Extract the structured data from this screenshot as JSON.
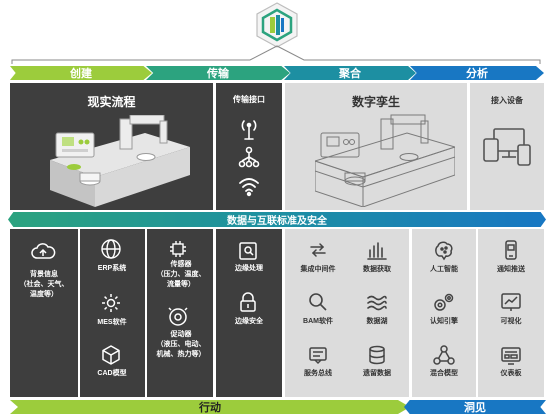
{
  "stages": [
    {
      "label": "创建",
      "color": "#9ccc3c"
    },
    {
      "label": "传输",
      "color": "#2ca37f"
    },
    {
      "label": "聚合",
      "color": "#1d8fa2"
    },
    {
      "label": "分析",
      "color": "#1877c3"
    }
  ],
  "panels": {
    "reality": {
      "title": "现实流程"
    },
    "transport": {
      "title": "传输接口"
    },
    "twin": {
      "title": "数字孪生"
    },
    "access": {
      "title": "接入设备"
    }
  },
  "band": {
    "label": "数据与互联标准及安全"
  },
  "items": {
    "background": {
      "l1": "背景信息",
      "l2": "（社会、天气、",
      "l3": "温度等）"
    },
    "erp": "ERP系统",
    "mes": "MES软件",
    "cad": "CAD模型",
    "sensor": {
      "l1": "传感器",
      "l2": "（压力、温度、",
      "l3": "流量等）"
    },
    "actuator": {
      "l1": "促动器",
      "l2": "（液压、电动、",
      "l3": "机械、热力等）"
    },
    "edge_processing": "边缘处理",
    "edge_security": "边缘安全",
    "middleware": "集成中间件",
    "data_acquisition": "数据获取",
    "bam": "BAM软件",
    "data_lake": "数据湖",
    "service_bus": "服务总线",
    "legacy_data": "遗留数据",
    "ai": "人工智能",
    "cognitive_engine": "认知引擎",
    "hybrid_model": "混合模型",
    "notification": "通知推送",
    "visualization": "可视化",
    "dashboard": "仪表板"
  },
  "bottom": {
    "action": "行动",
    "insight": "洞见"
  },
  "colors": {
    "dark_panel": "#3e3e3e",
    "light_panel": "#dcdcdc",
    "band_start": "#2ca37f",
    "band_end": "#1877c3",
    "action_bar": "#9ccc3c",
    "insight_bar": "#1877c3"
  }
}
